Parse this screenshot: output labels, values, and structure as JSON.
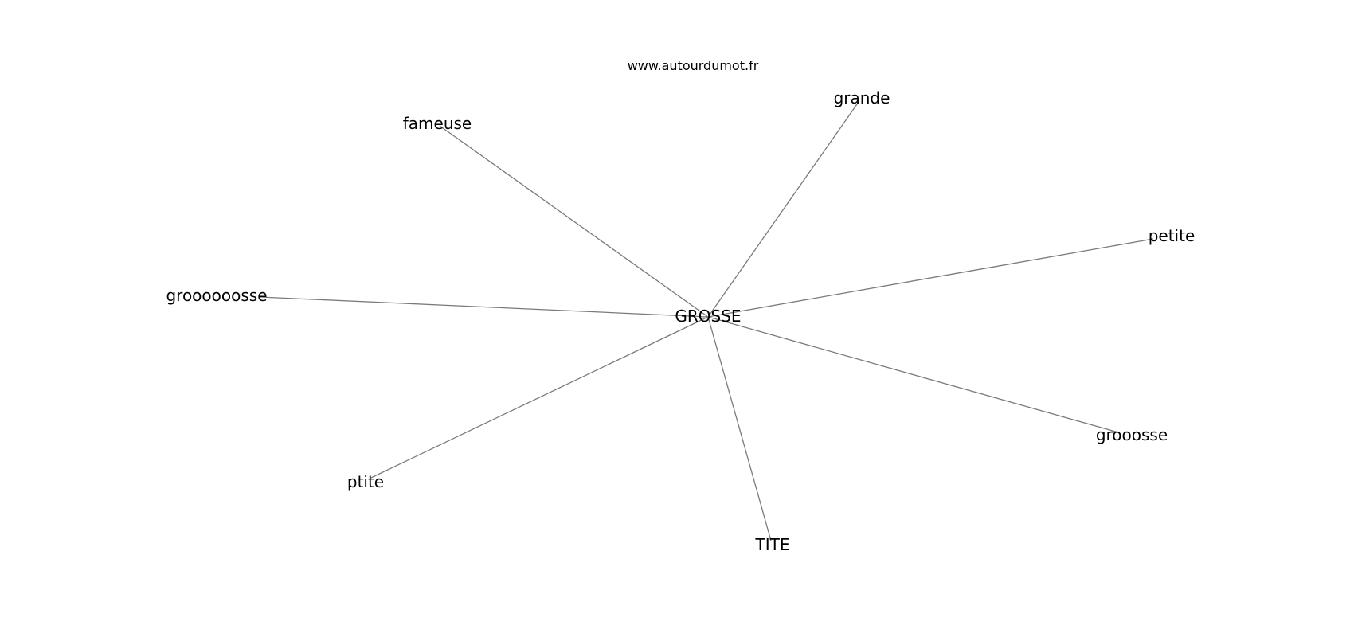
{
  "header": {
    "site": "www.autourdumot.fr"
  },
  "graph": {
    "center": "GROSSE",
    "neighbors": [
      "grande",
      "fameuse",
      "petite",
      "groooooosse",
      "grooosse",
      "ptite",
      "TITE"
    ],
    "edge_color": "#7a7a7a",
    "text_color": "#000000"
  }
}
